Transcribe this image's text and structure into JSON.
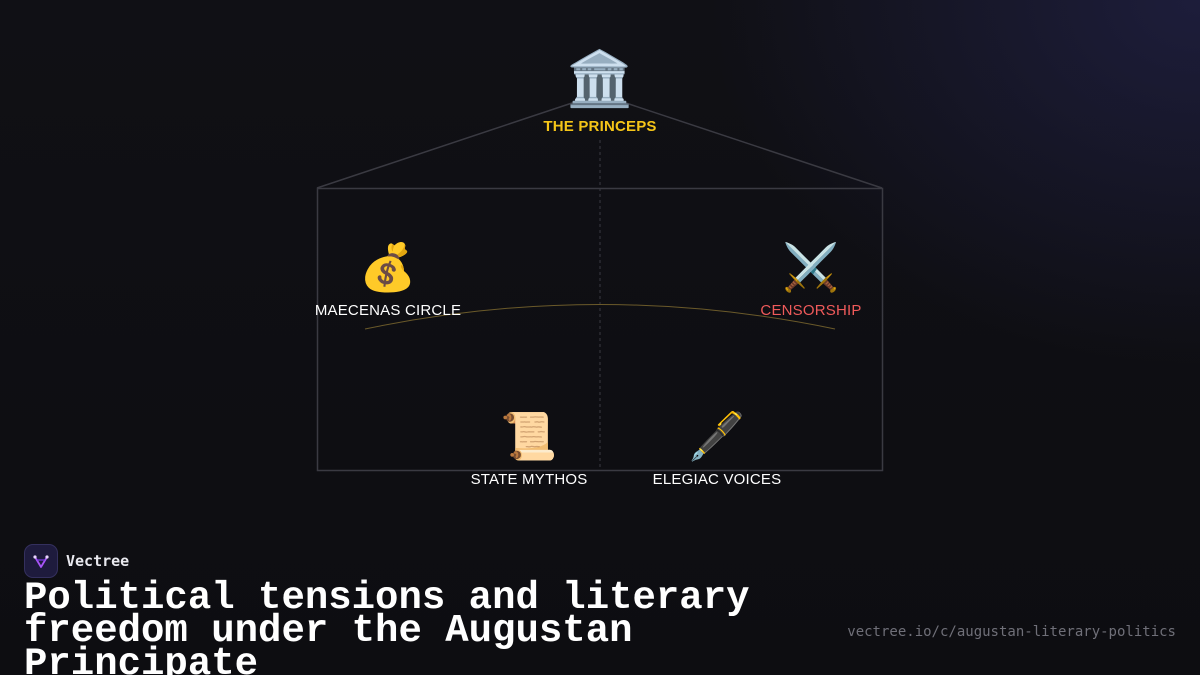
{
  "diagram": {
    "nodes": [
      {
        "id": "princeps",
        "icon": "🏛️",
        "icon_name": "classical-building-icon",
        "label": "THE PRINCEPS",
        "color": "#f5c518"
      },
      {
        "id": "maecenas",
        "icon": "💰",
        "icon_name": "money-bag-icon",
        "label": "MAECENAS CIRCLE",
        "color": "#ffffff"
      },
      {
        "id": "censorship",
        "icon": "⚔️",
        "icon_name": "crossed-swords-icon",
        "label": "CENSORSHIP",
        "color": "#ef5a5a"
      },
      {
        "id": "mythos",
        "icon": "📜",
        "icon_name": "scroll-icon",
        "label": "STATE MYTHOS",
        "color": "#ffffff"
      },
      {
        "id": "elegiac",
        "icon": "🖋️",
        "icon_name": "fountain-pen-icon",
        "label": "ELEGIAC VOICES",
        "color": "#ffffff"
      }
    ],
    "line_color": "#3a3a42",
    "arc_color": "#6b5a2a"
  },
  "brand": {
    "name": "Vectree",
    "logo_icon": "vectree-logo-icon",
    "logo_color": "#a855f7"
  },
  "title": "Political tensions and literary freedom under the Augustan Principate",
  "url": "vectree.io/c/augustan-literary-politics"
}
